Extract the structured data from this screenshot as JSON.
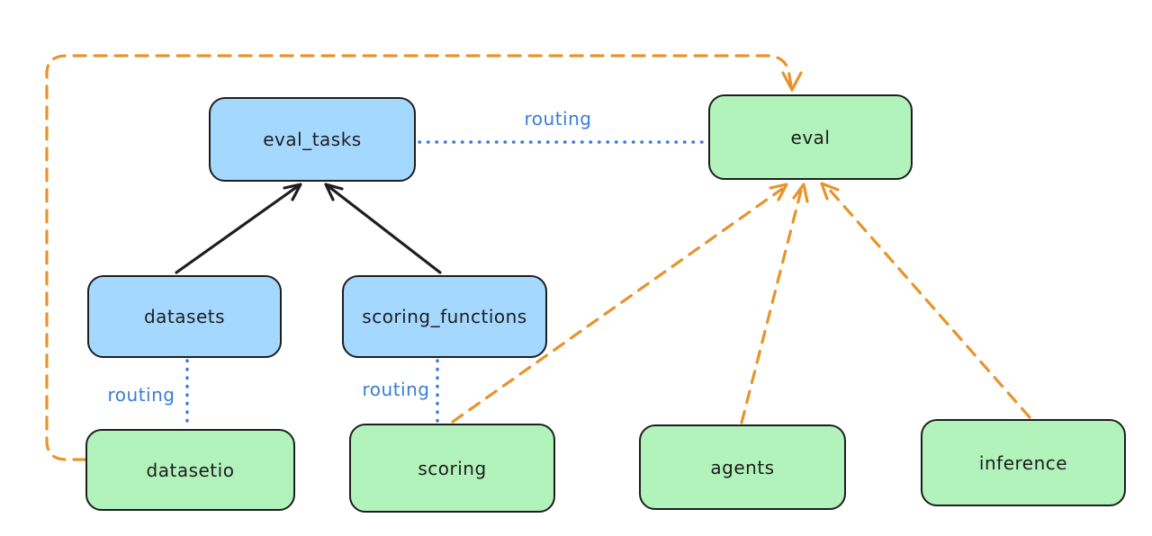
{
  "diagram": {
    "nodes": [
      {
        "id": "eval_tasks",
        "label": "eval_tasks",
        "color": "blue"
      },
      {
        "id": "eval",
        "label": "eval",
        "color": "green"
      },
      {
        "id": "datasets",
        "label": "datasets",
        "color": "blue"
      },
      {
        "id": "scoring_functions",
        "label": "scoring_functions",
        "color": "blue"
      },
      {
        "id": "datasetio",
        "label": "datasetio",
        "color": "green"
      },
      {
        "id": "scoring",
        "label": "scoring",
        "color": "green"
      },
      {
        "id": "agents",
        "label": "agents",
        "color": "green"
      },
      {
        "id": "inference",
        "label": "inference",
        "color": "green"
      }
    ],
    "edges": [
      {
        "from": "datasets",
        "to": "eval_tasks",
        "style": "solid",
        "color": "black",
        "label": ""
      },
      {
        "from": "scoring_functions",
        "to": "eval_tasks",
        "style": "solid",
        "color": "black",
        "label": ""
      },
      {
        "from": "eval_tasks",
        "to": "eval",
        "style": "dotted",
        "color": "blue",
        "label": "routing"
      },
      {
        "from": "datasets",
        "to": "datasetio",
        "style": "dotted",
        "color": "blue",
        "label": "routing"
      },
      {
        "from": "scoring_functions",
        "to": "scoring",
        "style": "dotted",
        "color": "blue",
        "label": "routing"
      },
      {
        "from": "datasetio",
        "to": "eval",
        "style": "dashed",
        "color": "orange",
        "label": ""
      },
      {
        "from": "scoring",
        "to": "eval",
        "style": "dashed",
        "color": "orange",
        "label": ""
      },
      {
        "from": "agents",
        "to": "eval",
        "style": "dashed",
        "color": "orange",
        "label": ""
      },
      {
        "from": "inference",
        "to": "eval",
        "style": "dashed",
        "color": "orange",
        "label": ""
      }
    ],
    "colors": {
      "blue_node_fill": "#a5d8ff",
      "green_node_fill": "#b2f2bb",
      "node_border": "#1e1e1e",
      "text": "#1e1e1e",
      "solid_arrow": "#1e1e1e",
      "routing_line": "#3b7cd6",
      "dashed_arrow": "#e8932c"
    }
  }
}
